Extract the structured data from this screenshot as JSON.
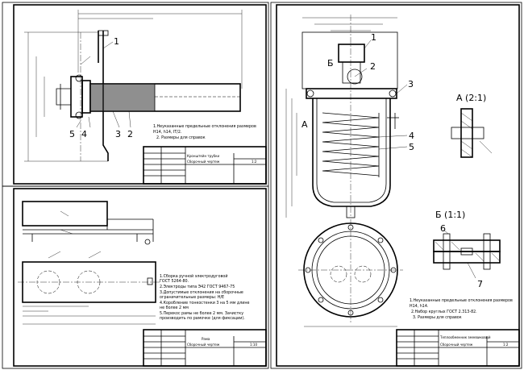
{
  "sheet1": {
    "callouts": [
      "1",
      "2",
      "3",
      "4",
      "5"
    ],
    "notes": [
      "1.Неуказанные предельные отклонения размеров",
      "Н14, h14, IT/2.",
      "2. Размеры для справок"
    ],
    "title_block": {
      "name": "Кронштейн трубки",
      "doc": "Сборочный чертеж",
      "sheet": "1:2"
    }
  },
  "sheet2": {
    "notes": [
      "1.Сборка ручной электродуговой",
      "ГОСТ 5264-80.",
      "2.Электроды типа Э42 ГОСТ 9467-75",
      "3.Допустимые отклонения на сборочные",
      "ограничительные размеры: H/E",
      "4.Коробление тонкостенки 3 на 5 мм длине",
      "не более 2 мм",
      "5.Перекос рамы не более 2 мм. Зачистку",
      "производить по рамочке (для фиксации)."
    ],
    "title_block": {
      "name": "Рама",
      "doc": "Сборочный чертеж",
      "sheet": "1:10"
    }
  },
  "sheet3": {
    "callouts": [
      "1",
      "2",
      "3",
      "4",
      "5"
    ],
    "view_labels": {
      "a": "А",
      "b": "Б",
      "section_a": "А (2:1)",
      "section_b": "Б (1:1)"
    },
    "notes": [
      "1.Неуказанные предельные отклонения размеров",
      "Н14, h14.",
      "2.Набор круглых ГОСТ 2.313-82.",
      "3. Размеры для справок"
    ],
    "title_block": {
      "name": "Теплообменник змеевиковый",
      "doc": "Сборочный чертеж",
      "sheet": "1:2"
    }
  }
}
